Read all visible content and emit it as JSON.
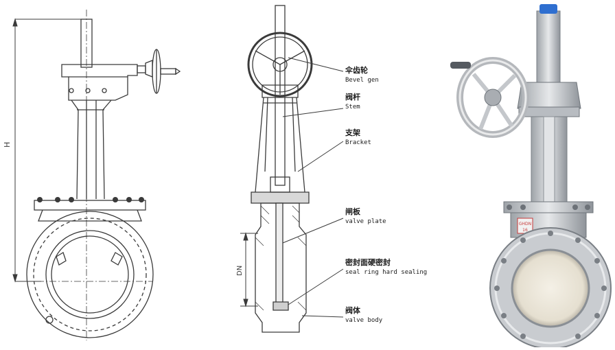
{
  "dimensions": {
    "height_label": "H",
    "nominal_label": "DN"
  },
  "callouts": [
    {
      "zh": "伞齿轮",
      "en": "Bevel gen"
    },
    {
      "zh": "阀杆",
      "en": "Stem"
    },
    {
      "zh": "支架",
      "en": "Bracket"
    },
    {
      "zh": "闸板",
      "en": "valve plate"
    },
    {
      "zh": "密封面硬密封",
      "en": "seal ring hard sealing"
    },
    {
      "zh": "阀体",
      "en": "valve body"
    }
  ],
  "photo": {
    "tag_line1": "GHDN",
    "tag_line2": "16"
  },
  "colors": {
    "line": "#3a3a3a",
    "metal": "#c9ccd0",
    "handle": "#2f6fd0"
  }
}
